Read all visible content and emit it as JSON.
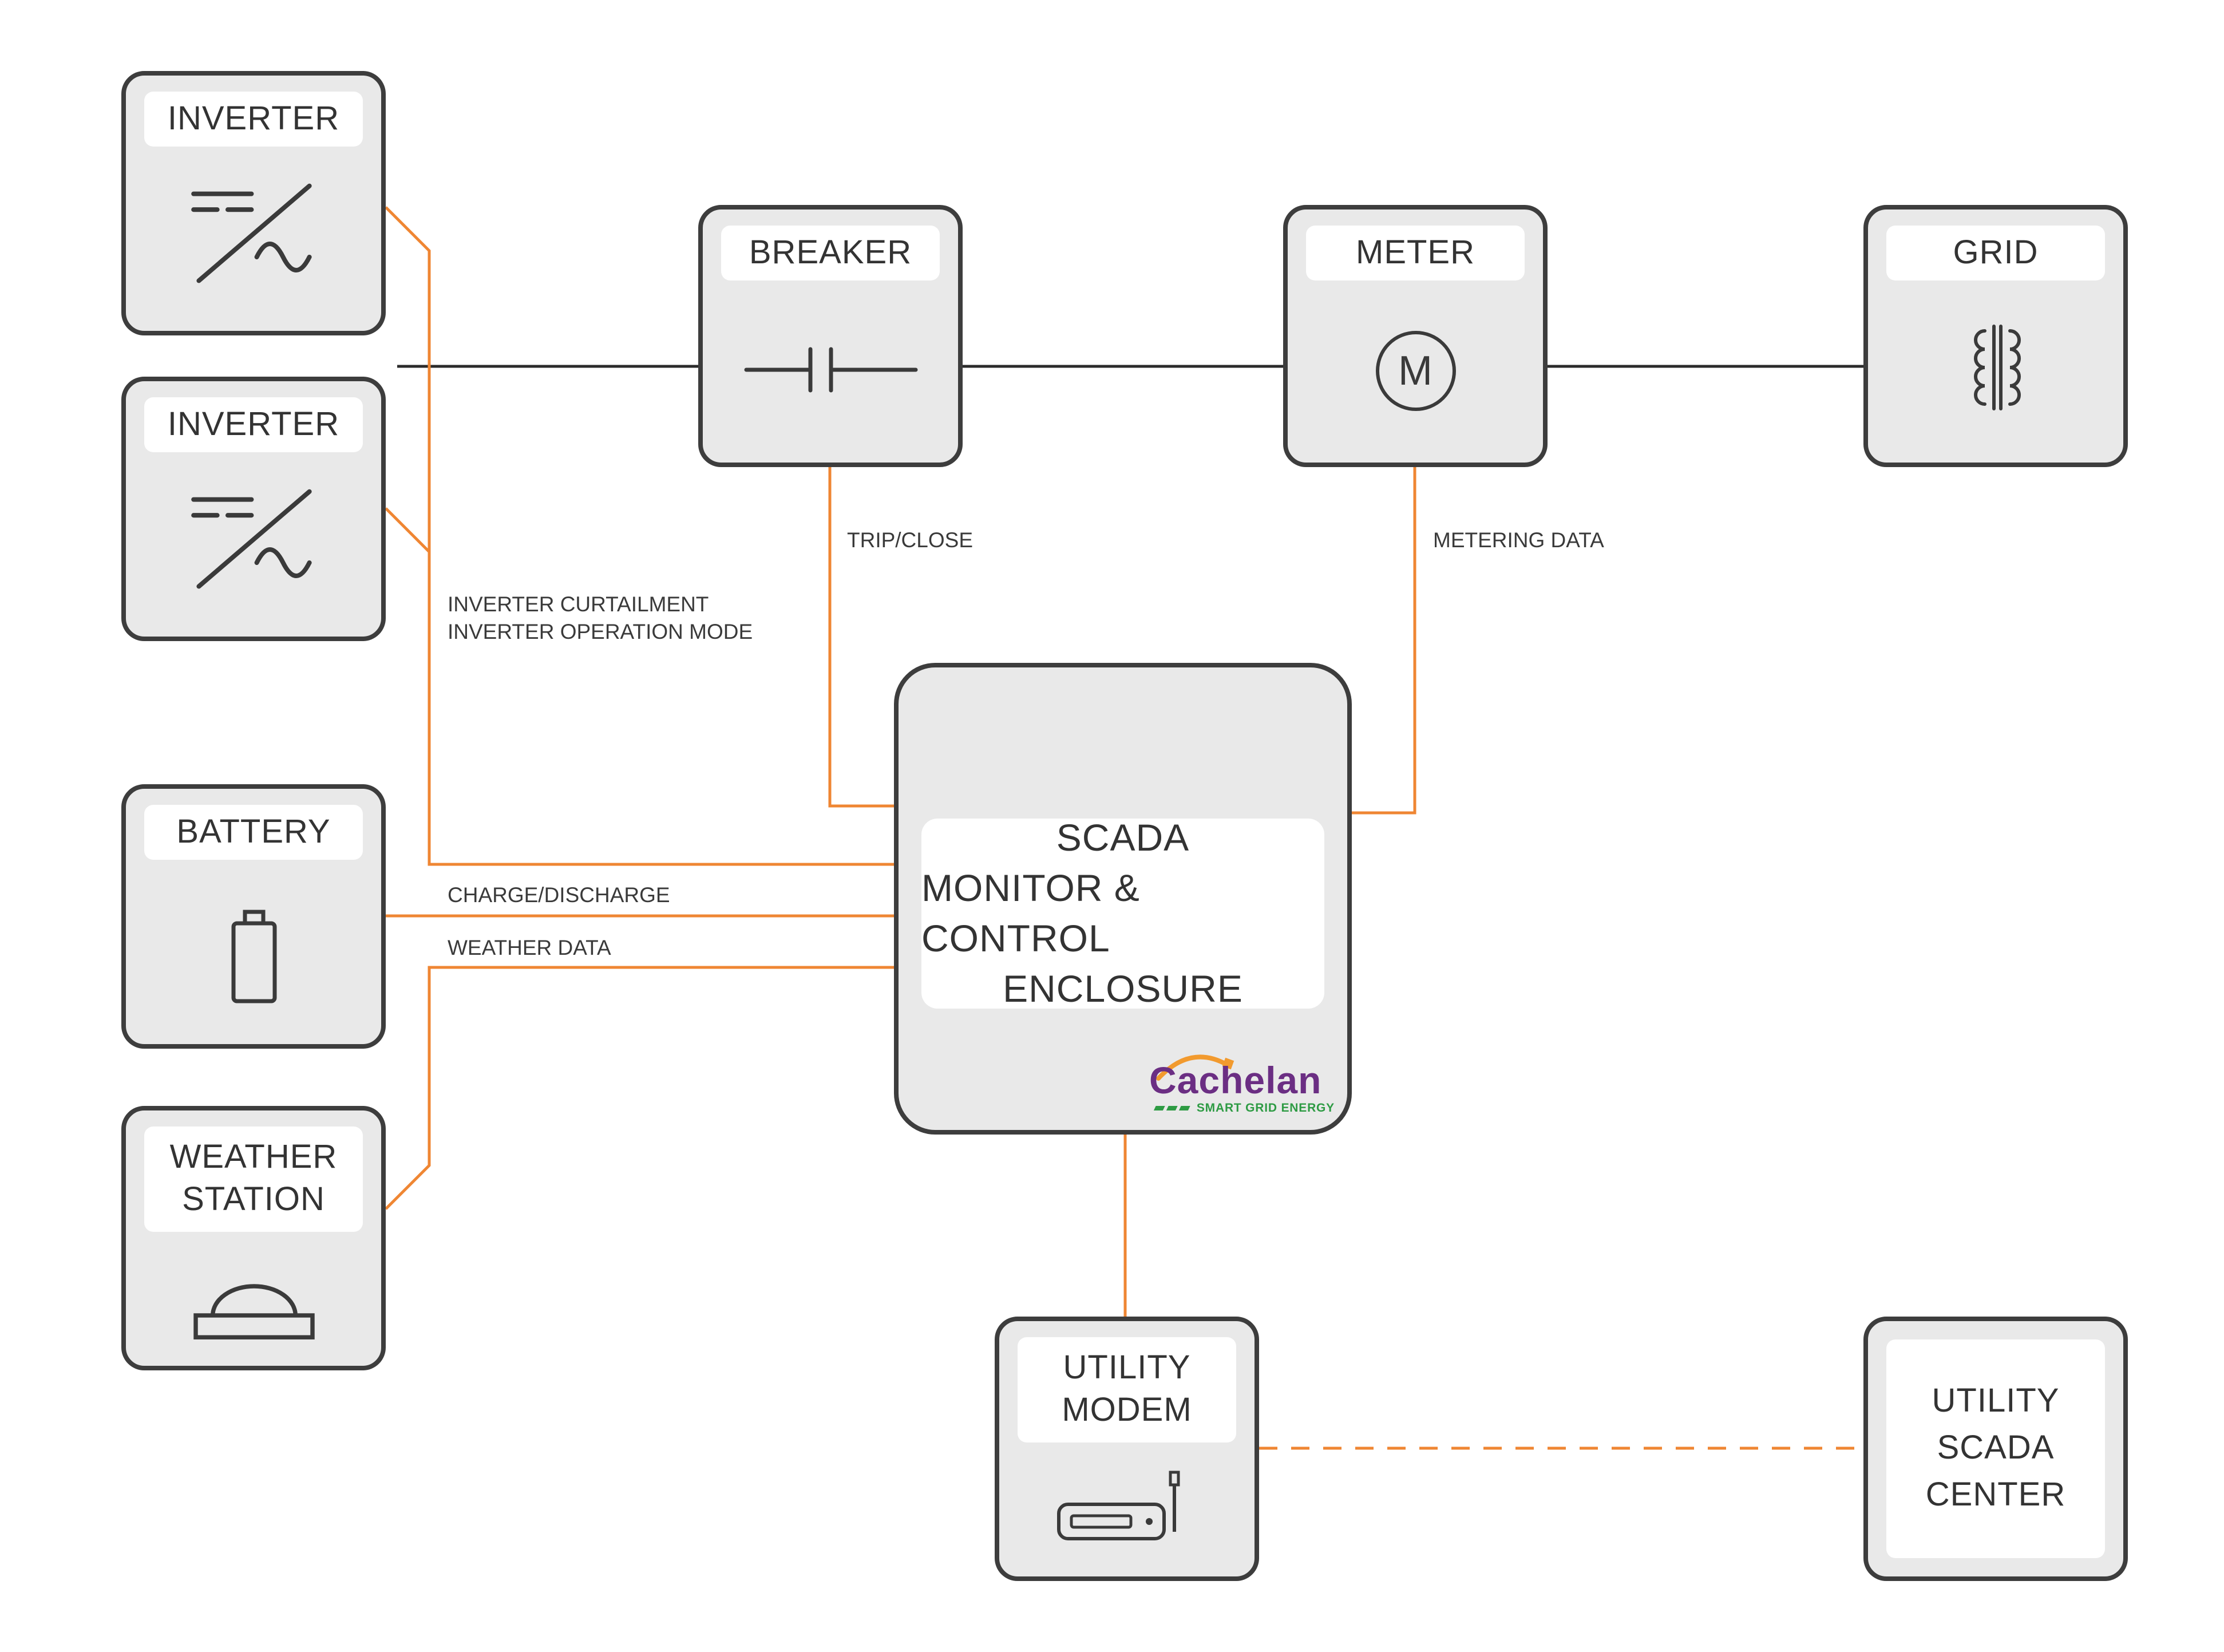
{
  "colors": {
    "orange": "#EF8633",
    "box_fill": "#e9e9e9",
    "box_border": "#3d3d3d",
    "power_line": "#2b2b2b",
    "logo_purple": "#6B2E83",
    "logo_green": "#2E9B44"
  },
  "nodes": {
    "inverter1": {
      "label": "INVERTER"
    },
    "inverter2": {
      "label": "INVERTER"
    },
    "breaker": {
      "label": "BREAKER"
    },
    "meter": {
      "label": "METER",
      "icon_letter": "M"
    },
    "grid": {
      "label": "GRID"
    },
    "battery": {
      "label": "BATTERY"
    },
    "weather": {
      "line1": "WEATHER",
      "line2": "STATION"
    },
    "scada": {
      "line1": "SCADA",
      "line2": "MONITOR & CONTROL",
      "line3": "ENCLOSURE"
    },
    "modem": {
      "line1": "UTILITY",
      "line2": "MODEM"
    },
    "utility_scada": {
      "line1": "UTILITY",
      "line2": "SCADA",
      "line3": "CENTER"
    }
  },
  "edge_labels": {
    "trip_close": "TRIP/CLOSE",
    "metering": "METERING DATA",
    "curtailment_line1": "INVERTER CURTAILMENT",
    "curtailment_line2": "INVERTER OPERATION MODE",
    "charge": "CHARGE/DISCHARGE",
    "weather": "WEATHER DATA"
  },
  "logo": {
    "name": "Cachelan",
    "tagline": "SMART GRID ENERGY"
  }
}
